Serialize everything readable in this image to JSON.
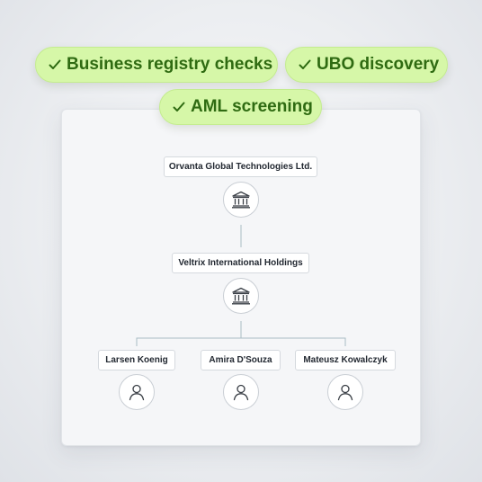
{
  "checks": [
    {
      "label": "Business registry checks",
      "icon": "check-icon"
    },
    {
      "label": "UBO discovery",
      "icon": "check-icon"
    },
    {
      "label": "AML screening",
      "icon": "check-icon"
    }
  ],
  "org_chart": {
    "entities": [
      {
        "name": "Orvanta Global Technologies Ltd.",
        "icon": "bank-icon"
      },
      {
        "name": "Veltrix International Holdings",
        "icon": "bank-icon"
      }
    ],
    "people": [
      {
        "name": "Larsen Koenig",
        "icon": "person-icon"
      },
      {
        "name": "Amira D'Souza",
        "icon": "person-icon"
      },
      {
        "name": "Mateusz Kowalczyk",
        "icon": "person-icon"
      }
    ]
  },
  "colors": {
    "pill_bg": "#d6f7a8",
    "pill_text": "#2f6b12",
    "connector": "#a9bcc4"
  }
}
